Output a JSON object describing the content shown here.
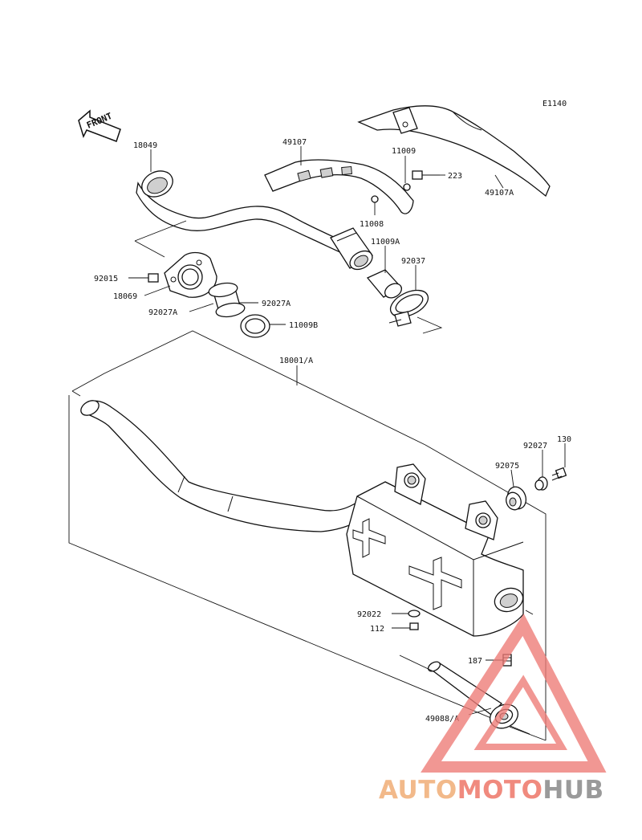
{
  "figure_code": "E1140",
  "front_label": "FRONT",
  "labels": {
    "p18049": "18049",
    "p49107": "49107",
    "p11009_top": "11009",
    "p223": "223",
    "p49107A": "49107A",
    "p11008": "11008",
    "p11009A": "11009A",
    "p92037": "92037",
    "p92015": "92015",
    "p18069": "18069",
    "p92027A_left": "92027A",
    "p92027A_right": "92027A",
    "p11009B": "11009B",
    "p18001A": "18001/A",
    "p130": "130",
    "p92027": "92027",
    "p92075": "92075",
    "p92022": "92022",
    "p112": "112",
    "p187": "187",
    "p49088A": "49088/A"
  },
  "watermark": {
    "part1": "AUTO",
    "part2": "MOTO",
    "part3": "HUB",
    "color1": "#f2b98a",
    "color2": "#f08a7e",
    "color3": "#9a9a9a",
    "triangle_color": "#ee7a76"
  }
}
